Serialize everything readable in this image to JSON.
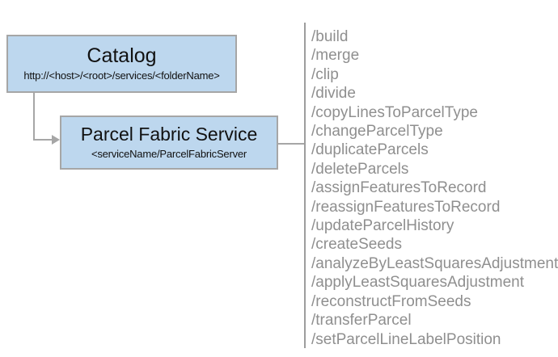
{
  "colors": {
    "box_fill": "#bdd7ee",
    "box_border": "#a6a6a6",
    "connector": "#a6a6a6",
    "separator": "#9d9d9d",
    "endpoint_text": "#8f8f8f",
    "title_text": "#111111",
    "background": "#ffffff"
  },
  "catalog": {
    "title": "Catalog",
    "subtitle": "http://<host>/<root>/services/<folderName>"
  },
  "service": {
    "title": "Parcel Fabric Service",
    "subtitle": "<serviceName/ParcelFabricServer"
  },
  "endpoints": [
    "/build",
    "/merge",
    "/clip",
    "/divide",
    "/copyLinesToParcelType",
    "/changeParcelType",
    "/duplicateParcels",
    "/deleteParcels",
    "/assignFeaturesToRecord",
    "/reassignFeaturesToRecord",
    "/updateParcelHistory",
    "/createSeeds",
    "/analyzeByLeastSquaresAdjustment",
    "/applyLeastSquaresAdjustment",
    "/reconstructFromSeeds",
    "/transferParcel",
    "/setParcelLineLabelPosition"
  ]
}
